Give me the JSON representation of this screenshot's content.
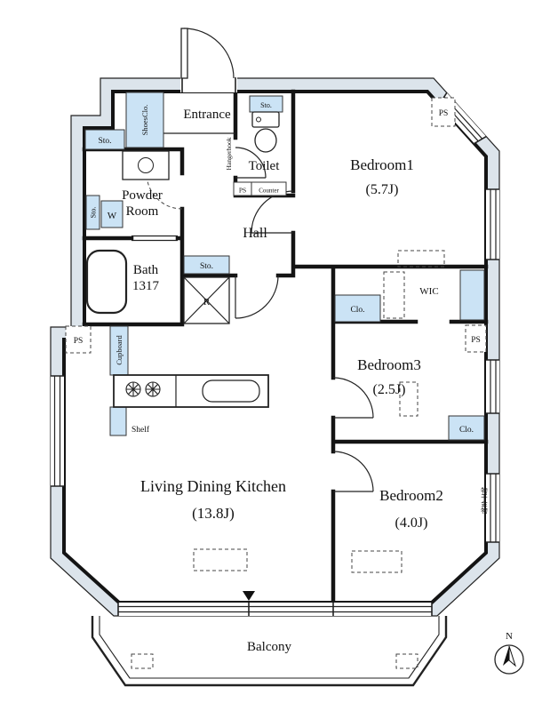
{
  "colors": {
    "wall": "#141414",
    "outer_band": "#dce4eb",
    "storage_fill": "#cbe3f5",
    "background": "#ffffff"
  },
  "rooms": {
    "bedroom1": {
      "name": "Bedroom1",
      "size": "(5.7J)"
    },
    "bedroom2": {
      "name": "Bedroom2",
      "size": "(4.0J)"
    },
    "bedroom3": {
      "name": "Bedroom3",
      "size": "(2.5J)"
    },
    "ldk": {
      "name": "Living Dining Kitchen",
      "size": "(13.8J)"
    },
    "toilet": "Toilet",
    "hall": "Hall",
    "entrance": "Entrance",
    "powder_room": {
      "line1": "Powder",
      "line2": "Room"
    },
    "bath": {
      "line1": "Bath",
      "line2": "1317"
    },
    "wic": "WIC",
    "balcony": "Balcony"
  },
  "fixtures": {
    "shoes_closet": "ShoesClo.",
    "hangerhook": "Hangerhook",
    "storage": "Sto.",
    "washer": "W",
    "pipe_space": "PS",
    "counter": "Counter",
    "refrigerator": "R",
    "cupboard": "Cupboard",
    "shelf": "Shelf",
    "closet": "Clo.",
    "laundry_bracket": "物干金物"
  },
  "compass": {
    "north": "N"
  }
}
